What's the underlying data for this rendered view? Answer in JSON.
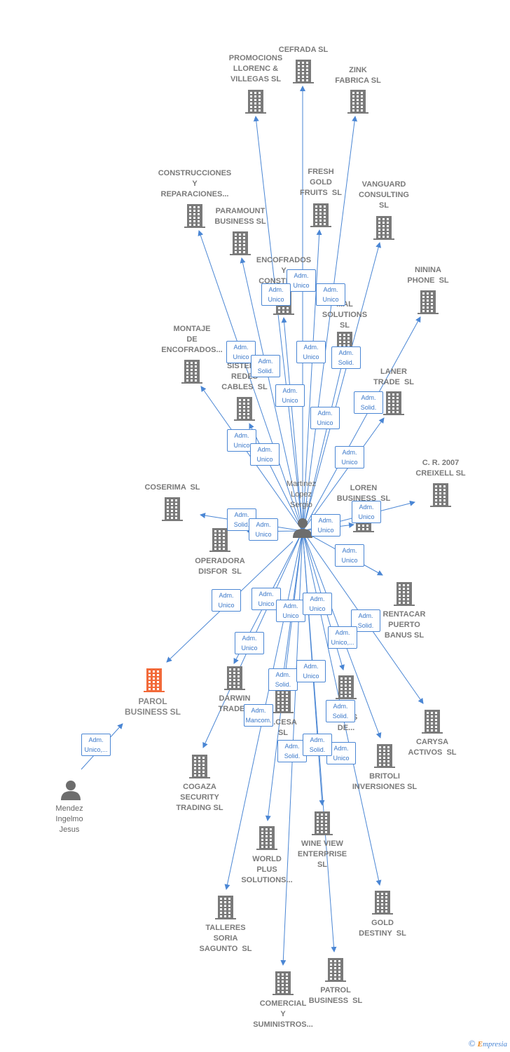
{
  "colors": {
    "edge": "#4a86d4",
    "company": "#7a7a7a",
    "focus_company": "#f26a3a",
    "person": "#7a7a7a"
  },
  "center_person": {
    "name": "Martinez\nLopez\nSergio"
  },
  "other_person": {
    "name": "Mendez\nIngelmo\nJesus"
  },
  "focus_company": {
    "name": "PAROL\nBUSINESS SL"
  },
  "companies": [
    {
      "id": "cefrada",
      "name": "CEFRADA SL"
    },
    {
      "id": "promocions",
      "name": "PROMOCIONS\nLLORENC &\nVILLEGAS SL"
    },
    {
      "id": "zink",
      "name": "ZINK\nFABRICA SL"
    },
    {
      "id": "construcciones",
      "name": "CONSTRUCCIONES\nY\nREPARACIONES..."
    },
    {
      "id": "fresh",
      "name": "FRESH\nGOLD\nFRUITS  SL"
    },
    {
      "id": "vanguard",
      "name": "VANGUARD\nCONSULTING\nSL"
    },
    {
      "id": "paramount",
      "name": "PARAMOUNT\nBUSINESS SL"
    },
    {
      "id": "encofrados",
      "name": "ENCOFRADOS\nY\nCONSTRUC..."
    },
    {
      "id": "ninina",
      "name": "NININA\nPHONE  SL"
    },
    {
      "id": "solutions",
      "name": "...AL\nSOLUTIONS\nSL"
    },
    {
      "id": "montaje",
      "name": "MONTAJE\nDE\nENCOFRADOS..."
    },
    {
      "id": "sistemas",
      "name": "SISTEM...\nREDES\nCABLES  SL"
    },
    {
      "id": "laner",
      "name": "LANER\nTRADE  SL"
    },
    {
      "id": "cr2007",
      "name": "C. R. 2007\nCREIXELL SL"
    },
    {
      "id": "coserima",
      "name": "COSERIMA  SL"
    },
    {
      "id": "loren",
      "name": "LOREN\nBUSINESS  SL"
    },
    {
      "id": "operadora",
      "name": "OPERADORA\nDISFOR  SL"
    },
    {
      "id": "rentacar",
      "name": "RENTACAR\nPUERTO\nBANUS SL"
    },
    {
      "id": "darwin",
      "name": "DARWIN\nTRADE..."
    },
    {
      "id": "cesa",
      "name": "...CESA\nSL"
    },
    {
      "id": "ya",
      "name": "...YA\nS...OS\nDE..."
    },
    {
      "id": "carysa",
      "name": "CARYSA\nACTIVOS  SL"
    },
    {
      "id": "cogaza",
      "name": "COGAZA\nSECURITY\nTRADING SL"
    },
    {
      "id": "britoli",
      "name": "BRITOLI\nINVERSIONES SL"
    },
    {
      "id": "wineview",
      "name": "WINE VIEW\nENTERPRISE\nSL"
    },
    {
      "id": "worldplus",
      "name": "WORLD\nPLUS\nSOLUTIONS..."
    },
    {
      "id": "talleres",
      "name": "TALLERES\nSORIA\nSAGUNTO  SL"
    },
    {
      "id": "gold",
      "name": "GOLD\nDESTINY  SL"
    },
    {
      "id": "patrol",
      "name": "PATROL\nBUSINESS  SL"
    },
    {
      "id": "comercial",
      "name": "COMERCIAL\nY\nSUMINISTROS..."
    }
  ],
  "edge_labels": [
    "Adm.\nUnico",
    "Adm.\nUnico",
    "Adm.\nUnico",
    "Adm.\nUnico",
    "Adm.\nUnico",
    "Adm.\nSolid.",
    "Adm.\nSolid.",
    "Adm.\nUnico",
    "Adm.\nUnico",
    "Adm.\nSolid.",
    "Adm.\nUnico",
    "Adm.\nUnico",
    "Adm.\nUnico",
    "Adm.\nUnico",
    "Adm.\nUnico",
    "Adm.\nUnico",
    "Adm.\nSolid.",
    "Adm.\nUnico",
    "Adm.\nUnico",
    "Adm.\nUnico",
    "Adm.\nUnico",
    "Adm.\nUnico",
    "Adm.\nSolid.",
    "Adm.\nUnico,...",
    "Adm.\nUnico",
    "Adm.\nSolid.",
    "Adm.\nUnico",
    "Adm.\nSolid.",
    "Adm.\nUnico",
    "Adm.\nSolid.",
    "Adm.\nMancom.",
    "Adm.\nUnico",
    "Adm.\nSolid.",
    "Adm.\nUnico,..."
  ],
  "footer": {
    "copyright": "©",
    "brand_first": "E",
    "brand_rest": "mpresia"
  }
}
